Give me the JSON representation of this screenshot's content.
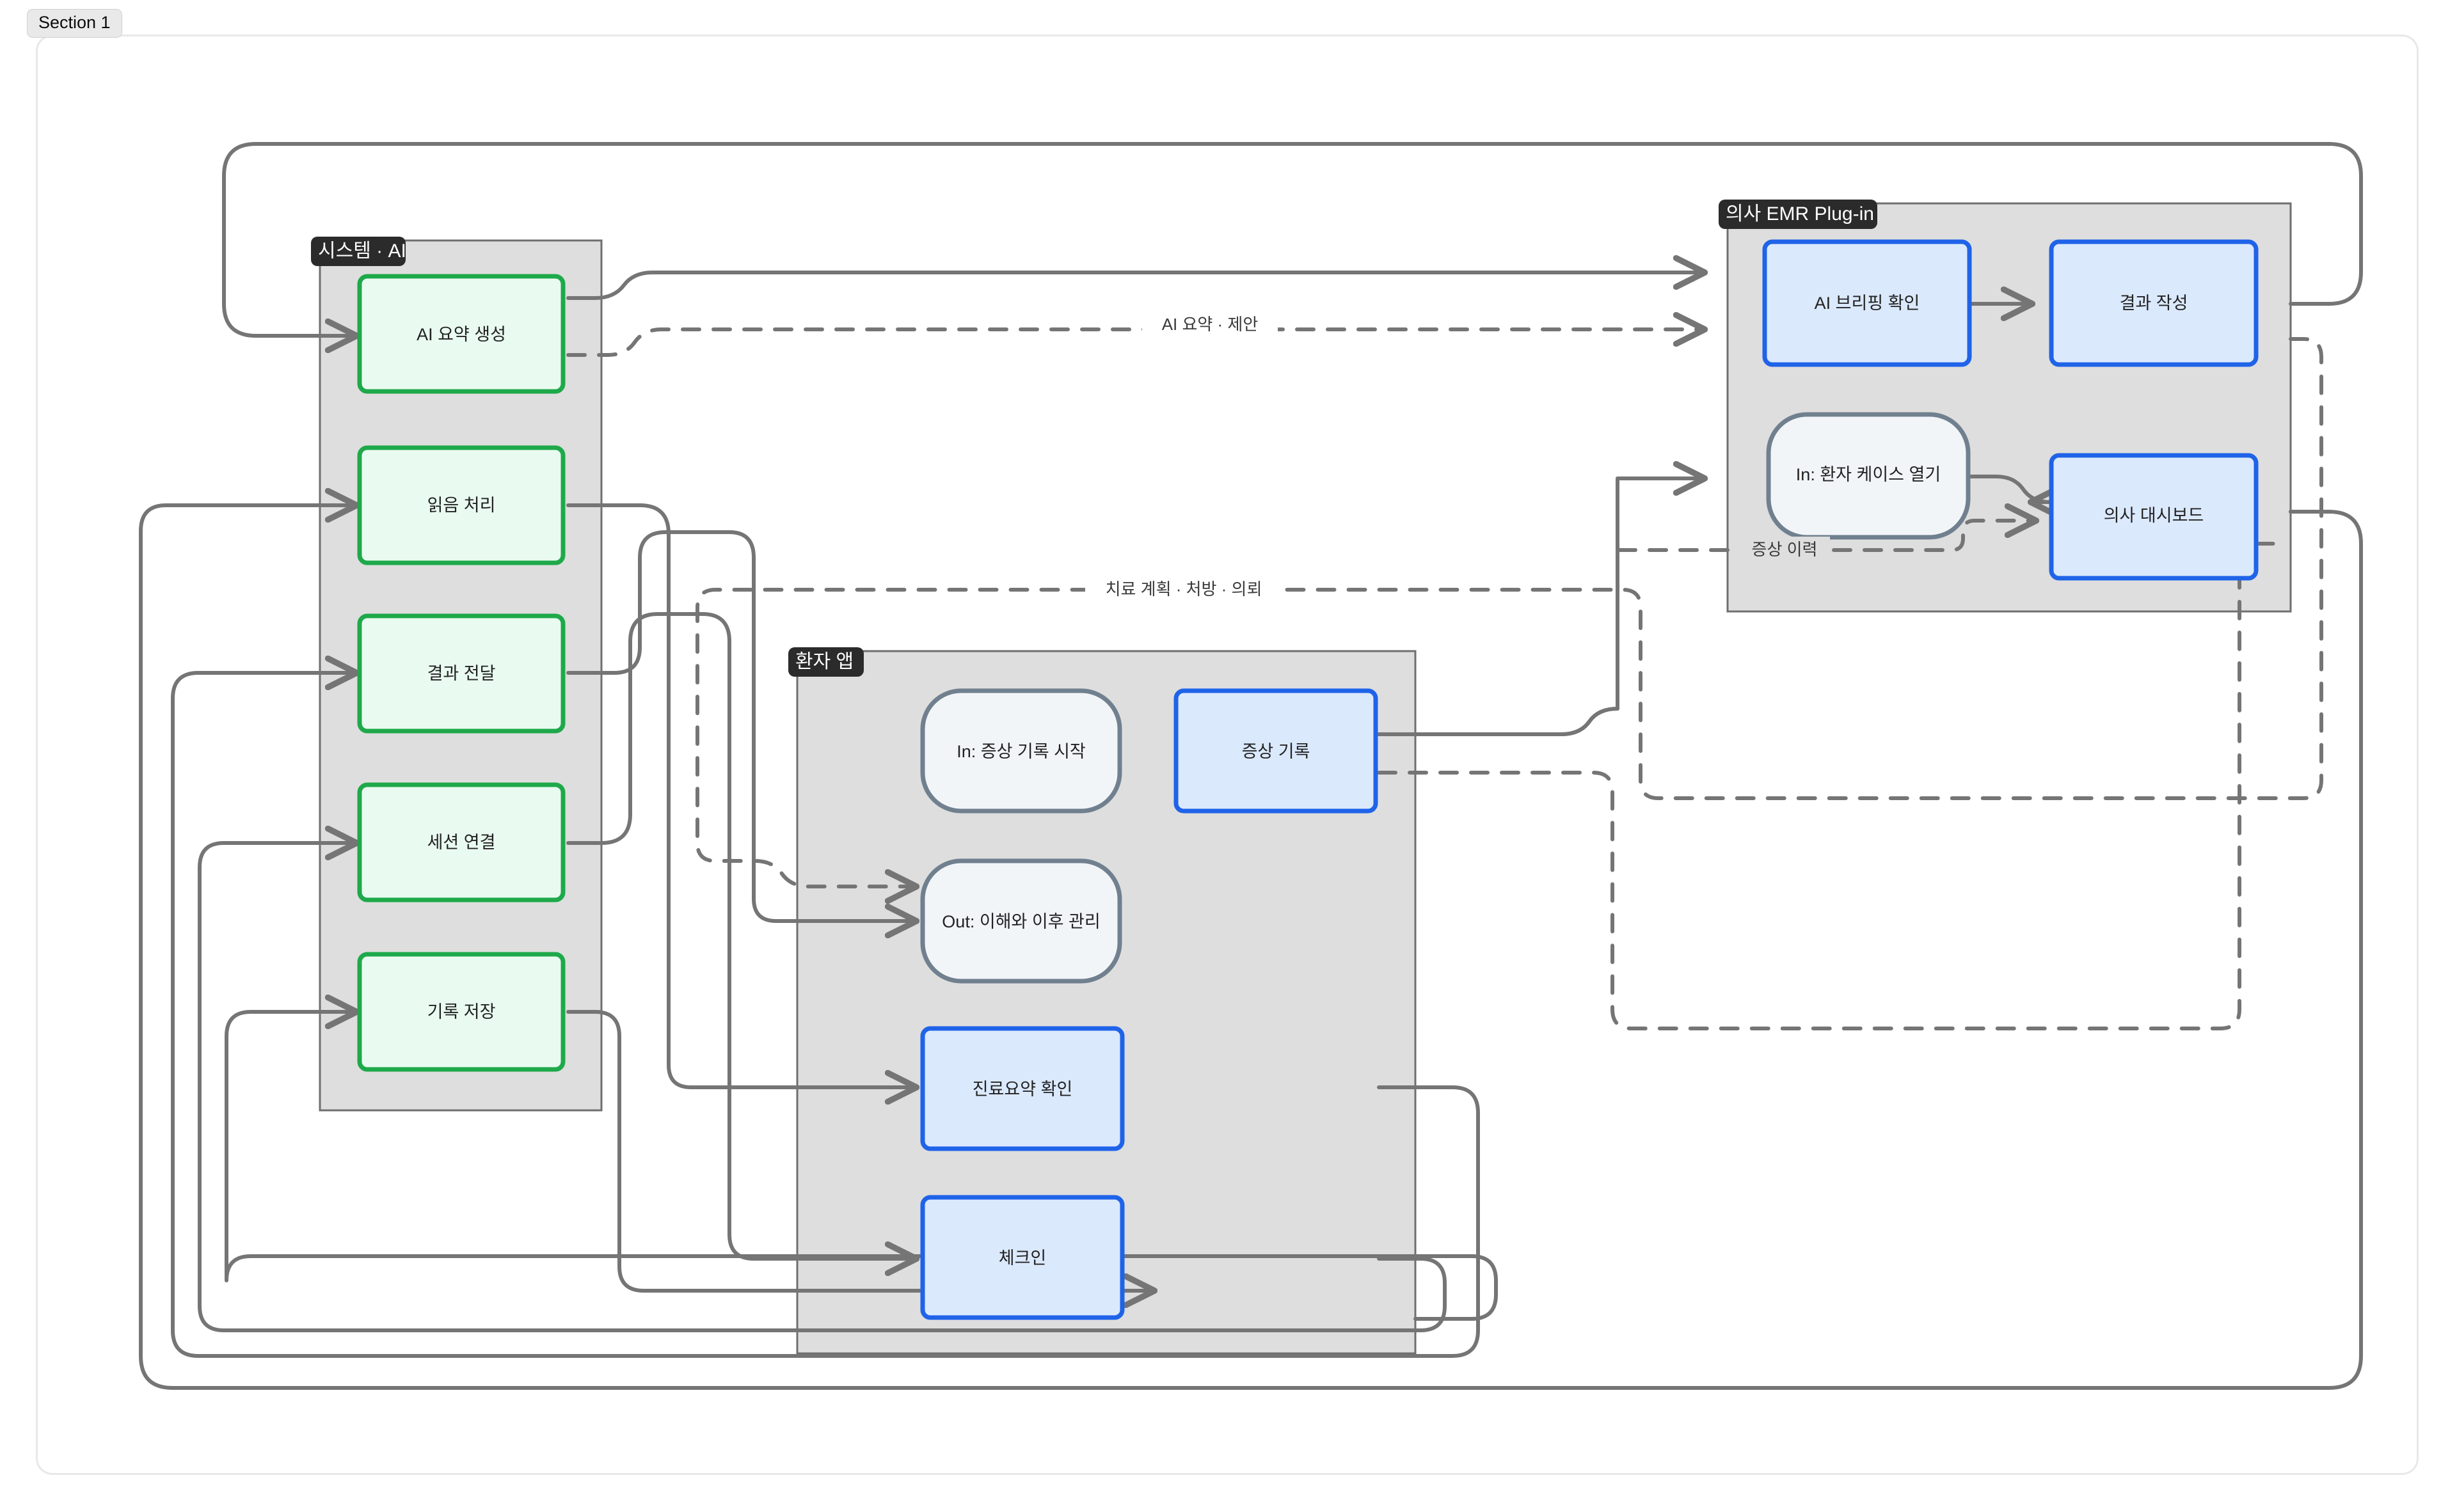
{
  "section": {
    "tab_label": "Section 1"
  },
  "diagram": {
    "type": "flowchart",
    "direction": "left-to-right",
    "clusters": [
      {
        "id": "sys",
        "label": "시스템 · AI"
      },
      {
        "id": "emr",
        "label": "의사 EMR Plug-in"
      },
      {
        "id": "app",
        "label": "환자 앱"
      }
    ],
    "nodes": [
      {
        "id": "ai_sum",
        "label": "AI 요약 생성",
        "cluster": "sys",
        "shape": "rect",
        "style": "green"
      },
      {
        "id": "read",
        "label": "읽음 처리",
        "cluster": "sys",
        "shape": "rect",
        "style": "green"
      },
      {
        "id": "deliver",
        "label": "결과 전달",
        "cluster": "sys",
        "shape": "rect",
        "style": "green"
      },
      {
        "id": "session",
        "label": "세션 연결",
        "cluster": "sys",
        "shape": "rect",
        "style": "green"
      },
      {
        "id": "store",
        "label": "기록 저장",
        "cluster": "sys",
        "shape": "rect",
        "style": "green"
      },
      {
        "id": "briefing",
        "label": "AI 브리핑 확인",
        "cluster": "emr",
        "shape": "rect",
        "style": "blue"
      },
      {
        "id": "result",
        "label": "결과 작성",
        "cluster": "emr",
        "shape": "rect",
        "style": "blue"
      },
      {
        "id": "open_case",
        "label": "In: 환자 케이스 열기",
        "cluster": "emr",
        "shape": "stadium",
        "style": "gray"
      },
      {
        "id": "dash",
        "label": "의사 대시보드",
        "cluster": "emr",
        "shape": "rect",
        "style": "blue"
      },
      {
        "id": "start_sym",
        "label": "In: 증상 기록 시작",
        "cluster": "app",
        "shape": "stadium",
        "style": "gray"
      },
      {
        "id": "sym_rec",
        "label": "증상 기록",
        "cluster": "app",
        "shape": "rect",
        "style": "blue"
      },
      {
        "id": "out_care",
        "label": "Out: 이해와 이후 관리",
        "cluster": "app",
        "shape": "stadium",
        "style": "gray"
      },
      {
        "id": "summary",
        "label": "진료요약 확인",
        "cluster": "app",
        "shape": "rect",
        "style": "blue"
      },
      {
        "id": "checkin",
        "label": "체크인",
        "cluster": "app",
        "shape": "rect",
        "style": "blue"
      }
    ],
    "edge_labels": [
      {
        "id": "lbl_ai",
        "text": "AI 요약 · 제안"
      },
      {
        "id": "lbl_plan",
        "text": "치료 계획 · 처방 · 의뢰"
      },
      {
        "id": "lbl_hist",
        "text": "증상 이력"
      }
    ],
    "colors": {
      "green_border": "#1ea94a",
      "green_fill": "#e9faf0",
      "blue_border": "#1f63e8",
      "blue_fill": "#dbe9fd",
      "gray_border": "#70808f",
      "gray_fill": "#f2f5f8",
      "cluster_fill": "#dedede",
      "cluster_stroke": "#6f6f6f",
      "edge_stroke": "#757575",
      "cluster_label_bg": "#2b2b2b"
    }
  }
}
